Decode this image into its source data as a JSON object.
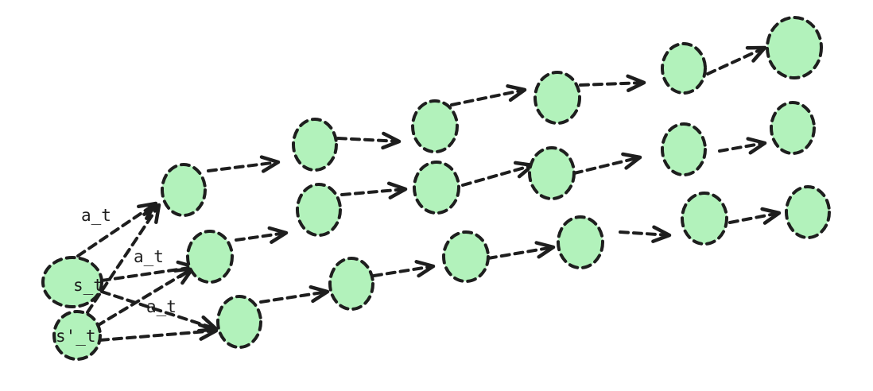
{
  "colors": {
    "node_fill": "#b2f2bb",
    "stroke": "#1e1e1e",
    "text": "#1e1e1e"
  },
  "labels": {
    "state": "s_t",
    "state_prime": "s'_t",
    "action_top": "a_t",
    "action_middle": "a_t",
    "action_bottom": "a_t"
  }
}
